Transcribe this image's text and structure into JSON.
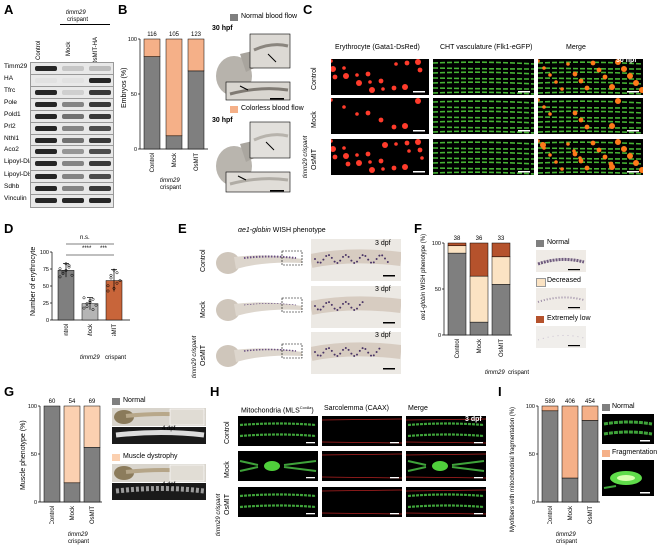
{
  "panels": {
    "A": {
      "label": "A",
      "crispant_title": "timm29",
      "crispant_suffix": "crispant",
      "columns": [
        "Control",
        "Mock",
        "OsMIT-HA"
      ],
      "proteins": [
        "Timm29",
        "HA",
        "Tfrc",
        "Pole",
        "Pold1",
        "Prl2",
        "Nthl1",
        "Aco2",
        "Lipoyl-Dlat",
        "Lipoyl-Dlst",
        "Sdhb",
        "Vinculin"
      ]
    },
    "B": {
      "label": "B",
      "ylabel": "Embryos (%)",
      "hpf": "30 hpf",
      "legend_normal": "Normal blood flow",
      "legend_colorless": "Colorless blood flow",
      "group": "timm29",
      "group_suffix": "crispant"
    },
    "C": {
      "label": "C",
      "col1": "Erythrocyte (Gata1-DsRed)",
      "col2": "CHT vasculature (Flk1-eGFP)",
      "col3": "Merge",
      "hpf": "30 hpf",
      "rows": [
        "Control",
        "Mock",
        "OsMIT"
      ],
      "row_group": "timm29 crispant"
    },
    "D": {
      "label": "D",
      "ylabel": "Number of erythrocyte",
      "ns": "n.s.",
      "stars1": "****",
      "stars2": "***",
      "group": "timm29",
      "group_suffix": "crispant"
    },
    "E": {
      "label": "E",
      "title_gene": "αe1-globin",
      "title_rest": "WISH phenotype",
      "dpf": "3 dpf",
      "rows": [
        "Control",
        "Mock",
        "OsMIT"
      ],
      "row_group": "timm29 crispant"
    },
    "F": {
      "label": "F",
      "ylabel_gene": "αe1-globin",
      "ylabel_rest": "WISH phenotype (%)",
      "legend_normal": "Normal",
      "legend_decreased": "Decreased",
      "legend_low": "Extremely low",
      "group": "timm29",
      "group_suffix": "crispant"
    },
    "G": {
      "label": "G",
      "ylabel": "Muscle phenotype (%)",
      "dpf": "4 dpf",
      "legend_normal": "Normal",
      "legend_dystrophy": "Muscle dystrophy",
      "group": "timm29",
      "group_suffix": "crispant"
    },
    "H": {
      "label": "H",
      "col1": "Mitochondria (MLS",
      "col1_sup": "Cox8a",
      "col1_end": ")",
      "col2": "Sarcolemma (CAAX)",
      "col3": "Merge",
      "dpf": "3 dpf",
      "rows": [
        "Control",
        "Mock",
        "OsMIT"
      ],
      "row_group": "timm29 crispant"
    },
    "I": {
      "label": "I",
      "ylabel": "Myofibers with mitochondrial fragmentation (%)",
      "legend_normal": "Normal",
      "legend_frag": "Fragmentation",
      "group": "timm29",
      "group_suffix": "crispant"
    }
  },
  "colors": {
    "gray": "#7f7f7f",
    "peach": "#f5b088",
    "cream": "#fbe3c3",
    "rust": "#b5522c"
  },
  "chart_data": [
    {
      "id": "B",
      "type": "bar",
      "stacked": true,
      "categories": [
        "Control",
        "Mock",
        "OsMIT"
      ],
      "counts": [
        "116",
        "105",
        "123"
      ],
      "ylim": [
        0,
        100
      ],
      "series": [
        {
          "name": "Normal blood flow",
          "color": "#7f7f7f",
          "values": [
            84,
            12,
            71
          ]
        },
        {
          "name": "Colorless blood flow",
          "color": "#f5b088",
          "values": [
            16,
            88,
            29
          ]
        }
      ]
    },
    {
      "id": "D",
      "type": "bar",
      "categories": [
        "Control",
        "Mock",
        "OsMIT"
      ],
      "values": [
        73,
        24,
        58
      ],
      "errors": [
        10,
        9,
        16
      ],
      "colors": [
        "#7f7f7f",
        "#b5b5b5",
        "#c8653a"
      ],
      "ylim": [
        0,
        100
      ],
      "yticks": [
        0,
        25,
        50,
        75,
        100
      ]
    },
    {
      "id": "F",
      "type": "bar",
      "stacked": true,
      "categories": [
        "Control",
        "Mock",
        "OsMIT"
      ],
      "counts": [
        "38",
        "36",
        "33"
      ],
      "ylim": [
        0,
        100
      ],
      "series": [
        {
          "name": "Normal",
          "color": "#7f7f7f",
          "values": [
            89,
            14,
            55
          ]
        },
        {
          "name": "Decreased",
          "color": "#fbe3c3",
          "values": [
            8,
            50,
            30
          ]
        },
        {
          "name": "Extremely low",
          "color": "#b5522c",
          "values": [
            3,
            36,
            15
          ]
        }
      ]
    },
    {
      "id": "G",
      "type": "bar",
      "stacked": true,
      "categories": [
        "Control",
        "Mock",
        "OsMIT"
      ],
      "counts": [
        "60",
        "54",
        "69"
      ],
      "ylim": [
        0,
        100
      ],
      "series": [
        {
          "name": "Normal",
          "color": "#7f7f7f",
          "values": [
            100,
            20,
            57
          ]
        },
        {
          "name": "Muscle dystrophy",
          "color": "#fbd0b0",
          "values": [
            0,
            80,
            43
          ]
        }
      ]
    },
    {
      "id": "I",
      "type": "bar",
      "stacked": true,
      "categories": [
        "Control",
        "Mock",
        "OsMIT"
      ],
      "counts": [
        "589",
        "406",
        "454"
      ],
      "ylim": [
        0,
        100
      ],
      "series": [
        {
          "name": "Normal",
          "color": "#7f7f7f",
          "values": [
            95,
            25,
            85
          ]
        },
        {
          "name": "Fragmentation",
          "color": "#f5b088",
          "values": [
            5,
            75,
            15
          ]
        }
      ]
    }
  ]
}
